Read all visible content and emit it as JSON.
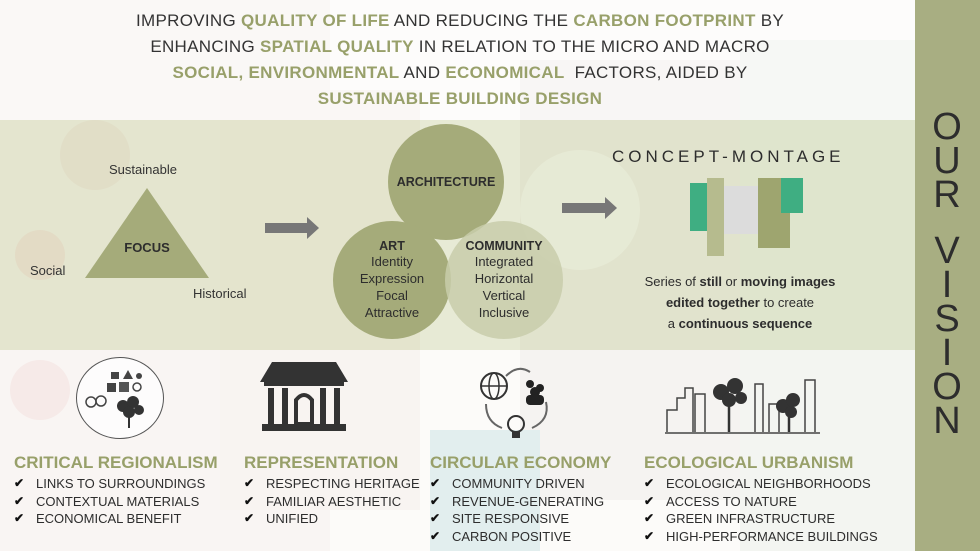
{
  "headline": {
    "line1_a": "IMPROVING ",
    "line1_b": "QUALITY OF LIFE",
    "line1_c": " AND REDUCING THE ",
    "line1_d": "CARBON FOOTPRINT",
    "line1_e": " BY",
    "line2_a": "ENHANCING ",
    "line2_b": "SPATIAL QUALITY",
    "line2_c": " IN RELATION TO THE MICRO AND MACRO",
    "line3_a": "SOCIAL, ENVIRONMENTAL",
    "line3_b": " AND ",
    "line3_c": "ECONOMICAL",
    "line3_d": "  FACTORS, AIDED BY",
    "line4": "SUSTAINABLE BUILDING DESIGN"
  },
  "focus": {
    "label": "FOCUS",
    "top": "Sustainable",
    "left": "Social",
    "right": "Historical"
  },
  "venn": {
    "architecture": "ARCHITECTURE",
    "art_title": "ART",
    "art_items": [
      "Identity",
      "Expression",
      "Focal",
      "Attractive"
    ],
    "community_title": "COMMUNITY",
    "community_items": [
      "Integrated",
      "Horizontal",
      "Vertical",
      "Inclusive"
    ]
  },
  "concept": {
    "title": "CONCEPT-MONTAGE",
    "t1": "Series of ",
    "t2": "still",
    "t3": " or ",
    "t4": "moving images",
    "t5": "edited together",
    "t6": " to create",
    "t7": "a ",
    "t8": "continuous sequence"
  },
  "side_title": [
    "O",
    "U",
    "R",
    "V",
    "I",
    "S",
    "I",
    "O",
    "N"
  ],
  "categories": [
    {
      "title": "CRITICAL REGIONALISM",
      "items": [
        "LINKS TO SURROUNDINGS",
        "CONTEXTUAL MATERIALS",
        "ECONOMICAL BENEFIT"
      ]
    },
    {
      "title": "REPRESENTATION",
      "items": [
        "RESPECTING HERITAGE",
        "FAMILIAR AESTHETIC",
        "UNIFIED"
      ]
    },
    {
      "title": "CIRCULAR ECONOMY",
      "items": [
        "COMMUNITY DRIVEN",
        "REVENUE-GENERATING",
        "SITE RESPONSIVE",
        "CARBON POSITIVE"
      ]
    },
    {
      "title": "ECOLOGICAL URBANISM",
      "items": [
        "ECOLOGICAL NEIGHBORHOODS",
        "ACCESS TO NATURE",
        "GREEN INFRASTRUCTURE",
        "HIGH-PERFORMANCE BUILDINGS"
      ]
    }
  ],
  "check_glyph": "✔",
  "colors": {
    "accent": "#98a06a",
    "circle": "#a5ab7a",
    "side": "#a8ae82",
    "montage_green": "#3fae82"
  }
}
